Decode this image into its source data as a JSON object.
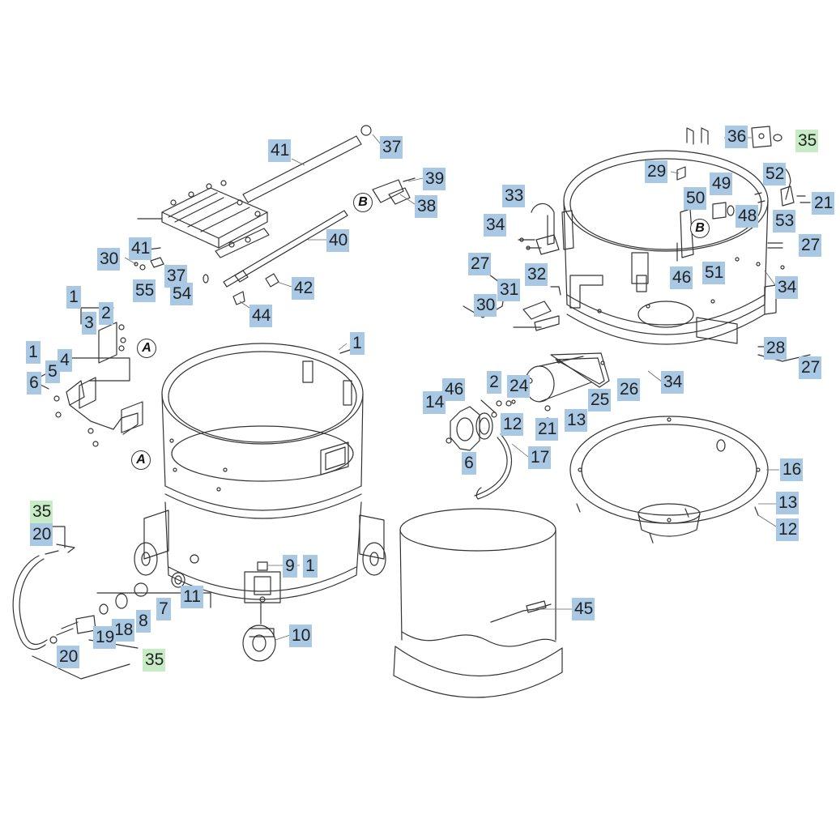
{
  "callouts": [
    {
      "id": "41",
      "variant": "blue"
    },
    {
      "id": "37",
      "variant": "blue"
    },
    {
      "id": "39",
      "variant": "blue"
    },
    {
      "id": "38",
      "variant": "blue"
    },
    {
      "id": "40",
      "variant": "blue"
    },
    {
      "id": "41",
      "variant": "blue"
    },
    {
      "id": "30",
      "variant": "blue"
    },
    {
      "id": "37",
      "variant": "blue"
    },
    {
      "id": "55",
      "variant": "blue"
    },
    {
      "id": "54",
      "variant": "blue"
    },
    {
      "id": "42",
      "variant": "blue"
    },
    {
      "id": "44",
      "variant": "blue"
    },
    {
      "id": "1",
      "variant": "blue"
    },
    {
      "id": "2",
      "variant": "blue"
    },
    {
      "id": "3",
      "variant": "blue"
    },
    {
      "id": "1",
      "variant": "blue"
    },
    {
      "id": "4",
      "variant": "blue"
    },
    {
      "id": "5",
      "variant": "blue"
    },
    {
      "id": "6",
      "variant": "blue"
    },
    {
      "id": "1",
      "variant": "blue"
    },
    {
      "id": "9",
      "variant": "blue"
    },
    {
      "id": "1",
      "variant": "blue"
    },
    {
      "id": "10",
      "variant": "blue"
    },
    {
      "id": "11",
      "variant": "blue"
    },
    {
      "id": "7",
      "variant": "blue"
    },
    {
      "id": "8",
      "variant": "blue"
    },
    {
      "id": "18",
      "variant": "blue"
    },
    {
      "id": "19",
      "variant": "blue"
    },
    {
      "id": "20",
      "variant": "blue"
    },
    {
      "id": "20",
      "variant": "blue"
    },
    {
      "id": "35",
      "variant": "green"
    },
    {
      "id": "35",
      "variant": "green"
    },
    {
      "id": "36",
      "variant": "blue"
    },
    {
      "id": "35",
      "variant": "green"
    },
    {
      "id": "29",
      "variant": "blue"
    },
    {
      "id": "49",
      "variant": "blue"
    },
    {
      "id": "52",
      "variant": "blue"
    },
    {
      "id": "50",
      "variant": "blue"
    },
    {
      "id": "48",
      "variant": "blue"
    },
    {
      "id": "53",
      "variant": "blue"
    },
    {
      "id": "21",
      "variant": "blue"
    },
    {
      "id": "33",
      "variant": "blue"
    },
    {
      "id": "34",
      "variant": "blue"
    },
    {
      "id": "27",
      "variant": "blue"
    },
    {
      "id": "27",
      "variant": "blue"
    },
    {
      "id": "32",
      "variant": "blue"
    },
    {
      "id": "31",
      "variant": "blue"
    },
    {
      "id": "30",
      "variant": "blue"
    },
    {
      "id": "46",
      "variant": "blue"
    },
    {
      "id": "51",
      "variant": "blue"
    },
    {
      "id": "34",
      "variant": "blue"
    },
    {
      "id": "28",
      "variant": "blue"
    },
    {
      "id": "27",
      "variant": "blue"
    },
    {
      "id": "34",
      "variant": "blue"
    },
    {
      "id": "26",
      "variant": "blue"
    },
    {
      "id": "25",
      "variant": "blue"
    },
    {
      "id": "46",
      "variant": "blue"
    },
    {
      "id": "2",
      "variant": "blue"
    },
    {
      "id": "24",
      "variant": "blue"
    },
    {
      "id": "14",
      "variant": "blue"
    },
    {
      "id": "12",
      "variant": "blue"
    },
    {
      "id": "13",
      "variant": "blue"
    },
    {
      "id": "21",
      "variant": "blue"
    },
    {
      "id": "6",
      "variant": "blue"
    },
    {
      "id": "17",
      "variant": "blue"
    },
    {
      "id": "16",
      "variant": "blue"
    },
    {
      "id": "13",
      "variant": "blue"
    },
    {
      "id": "12",
      "variant": "blue"
    },
    {
      "id": "45",
      "variant": "blue"
    }
  ],
  "letter_marks": [
    "A",
    "A",
    "B",
    "B"
  ],
  "colors": {
    "callout_blue": "#a9c8e4",
    "callout_green": "#c7ebc4",
    "line": "#333333"
  }
}
